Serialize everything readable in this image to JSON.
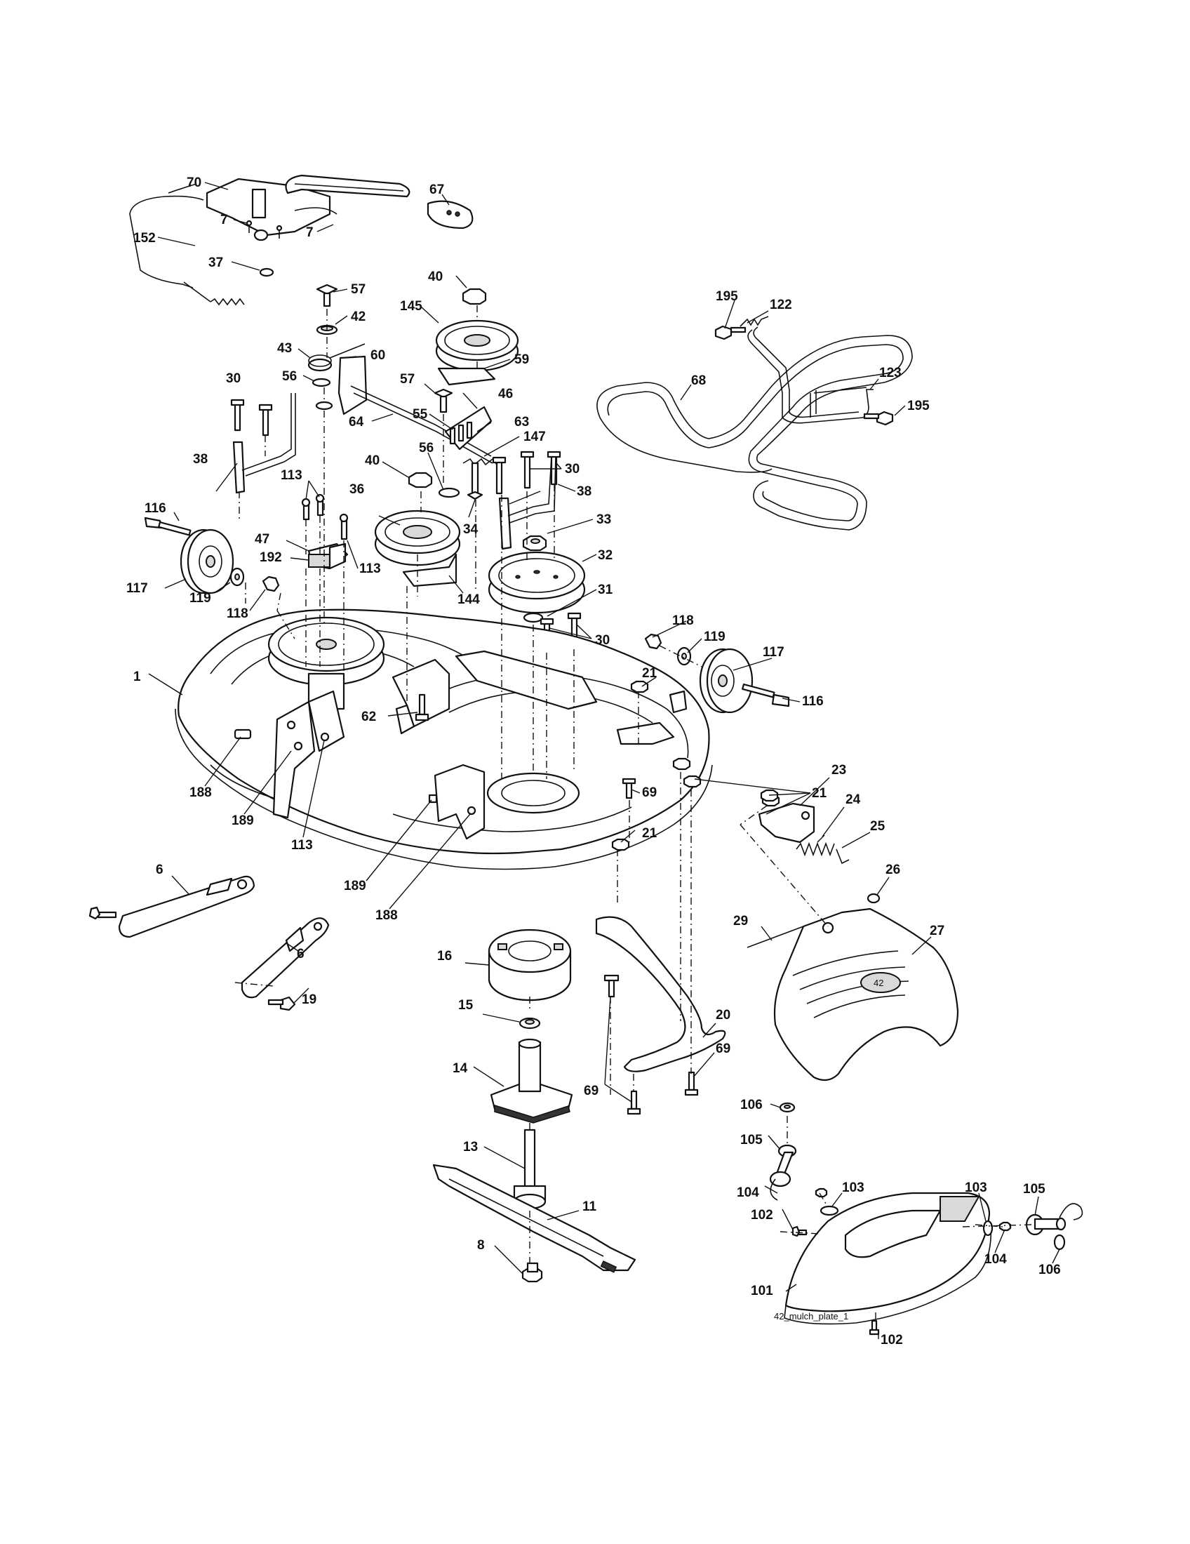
{
  "labels": [
    {
      "id": "l1",
      "text": "1"
    },
    {
      "id": "l6a",
      "text": "6"
    },
    {
      "id": "l6b",
      "text": "6"
    },
    {
      "id": "l7a",
      "text": "7"
    },
    {
      "id": "l7b",
      "text": "7"
    },
    {
      "id": "l8",
      "text": "8"
    },
    {
      "id": "l11",
      "text": "11"
    },
    {
      "id": "l13",
      "text": "13"
    },
    {
      "id": "l14",
      "text": "14"
    },
    {
      "id": "l15",
      "text": "15"
    },
    {
      "id": "l16",
      "text": "16"
    },
    {
      "id": "l19",
      "text": "19"
    },
    {
      "id": "l20",
      "text": "20"
    },
    {
      "id": "l21a",
      "text": "21"
    },
    {
      "id": "l21b",
      "text": "21"
    },
    {
      "id": "l21c",
      "text": "21"
    },
    {
      "id": "l23",
      "text": "23"
    },
    {
      "id": "l24",
      "text": "24"
    },
    {
      "id": "l25",
      "text": "25"
    },
    {
      "id": "l26",
      "text": "26"
    },
    {
      "id": "l27",
      "text": "27"
    },
    {
      "id": "l29",
      "text": "29"
    },
    {
      "id": "l30a",
      "text": "30"
    },
    {
      "id": "l30b",
      "text": "30"
    },
    {
      "id": "l30c",
      "text": "30"
    },
    {
      "id": "l31",
      "text": "31"
    },
    {
      "id": "l32",
      "text": "32"
    },
    {
      "id": "l33",
      "text": "33"
    },
    {
      "id": "l34",
      "text": "34"
    },
    {
      "id": "l36",
      "text": "36"
    },
    {
      "id": "l37",
      "text": "37"
    },
    {
      "id": "l38a",
      "text": "38"
    },
    {
      "id": "l38b",
      "text": "38"
    },
    {
      "id": "l40a",
      "text": "40"
    },
    {
      "id": "l40b",
      "text": "40"
    },
    {
      "id": "l42",
      "text": "42"
    },
    {
      "id": "l43",
      "text": "43"
    },
    {
      "id": "l46",
      "text": "46"
    },
    {
      "id": "l47",
      "text": "47"
    },
    {
      "id": "l55",
      "text": "55"
    },
    {
      "id": "l56a",
      "text": "56"
    },
    {
      "id": "l56b",
      "text": "56"
    },
    {
      "id": "l57a",
      "text": "57"
    },
    {
      "id": "l57b",
      "text": "57"
    },
    {
      "id": "l59",
      "text": "59"
    },
    {
      "id": "l60",
      "text": "60"
    },
    {
      "id": "l62",
      "text": "62"
    },
    {
      "id": "l63",
      "text": "63"
    },
    {
      "id": "l64",
      "text": "64"
    },
    {
      "id": "l67",
      "text": "67"
    },
    {
      "id": "l68",
      "text": "68"
    },
    {
      "id": "l69a",
      "text": "69"
    },
    {
      "id": "l69b",
      "text": "69"
    },
    {
      "id": "l69c",
      "text": "69"
    },
    {
      "id": "l70",
      "text": "70"
    },
    {
      "id": "l101",
      "text": "101"
    },
    {
      "id": "l102a",
      "text": "102"
    },
    {
      "id": "l102b",
      "text": "102"
    },
    {
      "id": "l103a",
      "text": "103"
    },
    {
      "id": "l103b",
      "text": "103"
    },
    {
      "id": "l104a",
      "text": "104"
    },
    {
      "id": "l104b",
      "text": "104"
    },
    {
      "id": "l105a",
      "text": "105"
    },
    {
      "id": "l105b",
      "text": "105"
    },
    {
      "id": "l106a",
      "text": "106"
    },
    {
      "id": "l106b",
      "text": "106"
    },
    {
      "id": "l113a",
      "text": "113"
    },
    {
      "id": "l113b",
      "text": "113"
    },
    {
      "id": "l113c",
      "text": "113"
    },
    {
      "id": "l116a",
      "text": "116"
    },
    {
      "id": "l116b",
      "text": "116"
    },
    {
      "id": "l117a",
      "text": "117"
    },
    {
      "id": "l117b",
      "text": "117"
    },
    {
      "id": "l118a",
      "text": "118"
    },
    {
      "id": "l118b",
      "text": "118"
    },
    {
      "id": "l119a",
      "text": "119"
    },
    {
      "id": "l119b",
      "text": "119"
    },
    {
      "id": "l122",
      "text": "122"
    },
    {
      "id": "l123",
      "text": "123"
    },
    {
      "id": "l144",
      "text": "144"
    },
    {
      "id": "l145",
      "text": "145"
    },
    {
      "id": "l147",
      "text": "147"
    },
    {
      "id": "l152",
      "text": "152"
    },
    {
      "id": "l188a",
      "text": "188"
    },
    {
      "id": "l188b",
      "text": "188"
    },
    {
      "id": "l189a",
      "text": "189"
    },
    {
      "id": "l189b",
      "text": "189"
    },
    {
      "id": "l192",
      "text": "192"
    },
    {
      "id": "l195a",
      "text": "195"
    },
    {
      "id": "l195b",
      "text": "195"
    }
  ],
  "captions": {
    "mulch_plate": "42_mulch_plate_1",
    "chute_badge": "42"
  }
}
